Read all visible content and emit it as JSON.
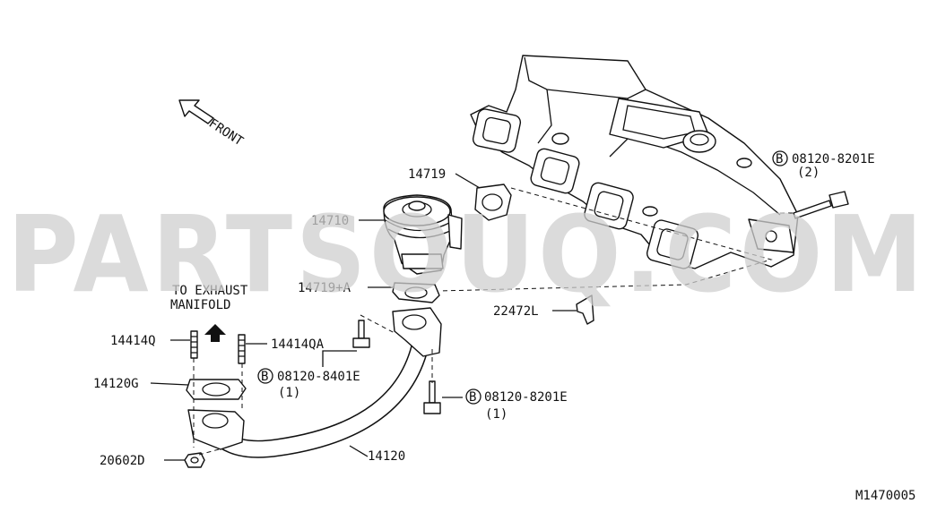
{
  "watermark": "PARTSOUQ.COM",
  "diagram_id": "M1470005",
  "direction_label": "FRONT",
  "note": {
    "line1": "TO EXHAUST",
    "line2": "MANIFOLD"
  },
  "parts": {
    "p14719": "14719",
    "p14710": "14710",
    "p14719a": "14719+A",
    "p22472l": "22472L",
    "p14414q": "14414Q",
    "p14414qa": "14414QA",
    "p14120g": "14120G",
    "p20602d": "20602D",
    "p14120": "14120"
  },
  "bolts": {
    "top": {
      "symbol": "B",
      "code": "08120-8201E",
      "qty": "(2)"
    },
    "mid": {
      "symbol": "B",
      "code": "08120-8401E",
      "qty": "(1)"
    },
    "low": {
      "symbol": "B",
      "code": "08120-8201E",
      "qty": "(1)"
    }
  }
}
